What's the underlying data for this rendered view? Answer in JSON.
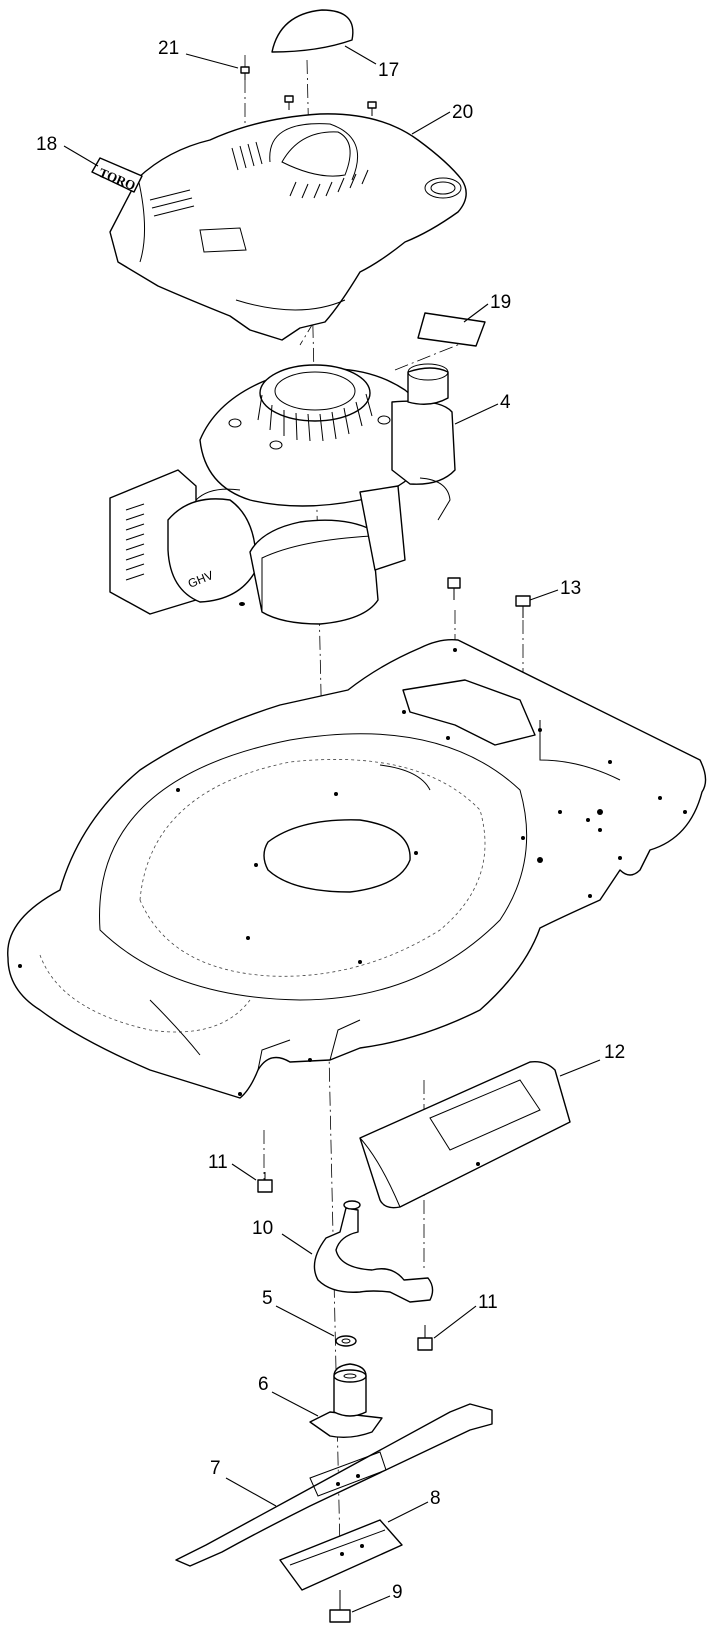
{
  "diagram": {
    "callouts": {
      "c21": "21",
      "c17": "17",
      "c20": "20",
      "c18": "18",
      "c19": "19",
      "c4": "4",
      "c13": "13",
      "c12": "12",
      "c11a": "11",
      "c10": "10",
      "c5": "5",
      "c11b": "11",
      "c6": "6",
      "c7": "7",
      "c8": "8",
      "c9": "9"
    },
    "decal_text": "TORO",
    "engine_marking": "GHV"
  }
}
